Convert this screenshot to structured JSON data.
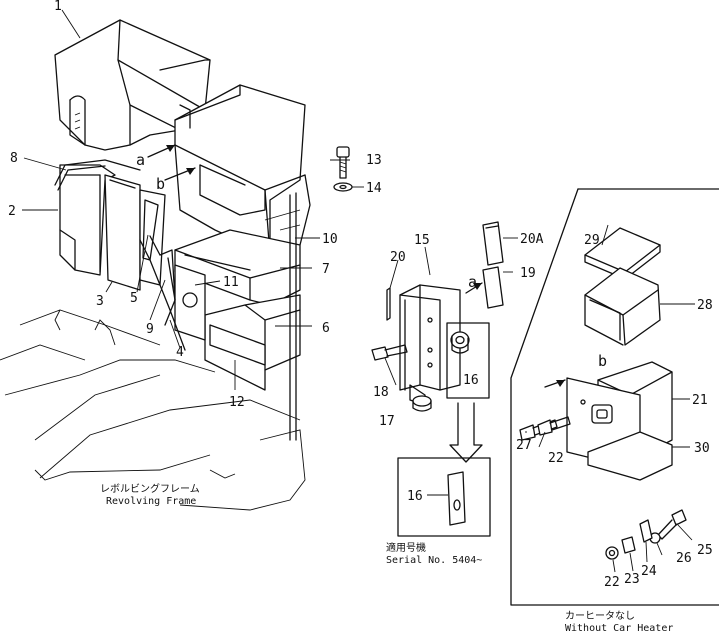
{
  "labels": {
    "p1": "1",
    "p2": "2",
    "p3": "3",
    "p4": "4",
    "p5": "5",
    "p6": "6",
    "p7": "7",
    "p8": "8",
    "p9": "9",
    "p10": "10",
    "p11": "11",
    "p12": "12",
    "p13": "13",
    "p14": "14",
    "p15": "15",
    "p16a": "16",
    "p16b": "16",
    "p17": "17",
    "p18": "18",
    "p19": "19",
    "p20": "20",
    "p20a": "20A",
    "p21": "21",
    "p22a": "22",
    "p22b": "22",
    "p23": "23",
    "p24": "24",
    "p25": "25",
    "p26": "26",
    "p27": "27",
    "p28": "28",
    "p29": "29",
    "p30": "30"
  },
  "arrows": {
    "a1": "a",
    "b1": "b",
    "a2": "a",
    "b2": "b"
  },
  "captions": {
    "frame_jp": "レボルビングフレーム",
    "frame_en": "Revolving Frame",
    "serial_jp": "適用号機",
    "serial_en": "Serial No. 5404~",
    "heater_jp": "カーヒータなし",
    "heater_en": "Without Car Heater"
  }
}
